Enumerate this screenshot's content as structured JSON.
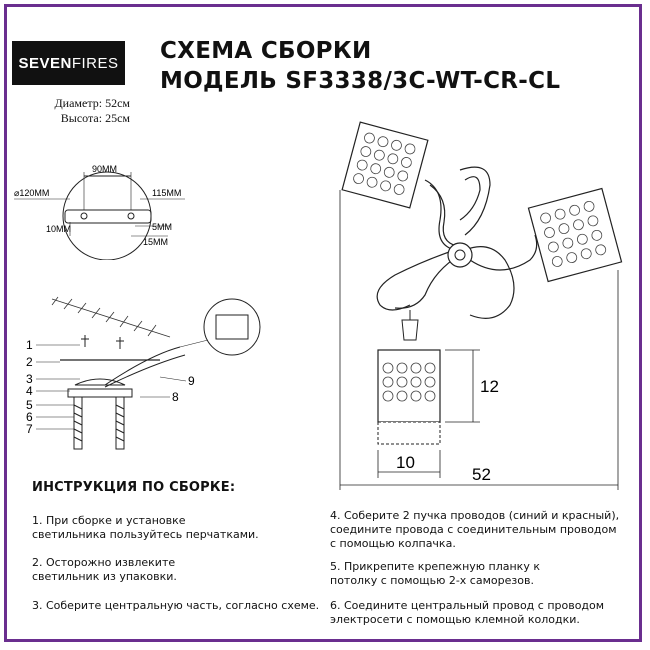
{
  "brand": {
    "logo_bold": "SEVEN",
    "logo_light": "FIRES"
  },
  "title": {
    "line1": "СХЕМА СБОРКИ",
    "line2": "МОДЕЛЬ SF3338/3C-WT-CR-CL"
  },
  "dimensions": {
    "diameter": "Диаметр: 52см",
    "height": "Высота: 25см"
  },
  "mount_plate": {
    "labels": [
      "90ММ",
      "⌀120ММ",
      "115ММ",
      "10ММ",
      "5ММ",
      "15ММ"
    ]
  },
  "exploded_view": {
    "part_numbers": [
      "1",
      "2",
      "3",
      "4",
      "5",
      "6",
      "7",
      "8",
      "9"
    ]
  },
  "lamp_drawing": {
    "shade_height": "12",
    "shade_width": "10",
    "total_width": "52"
  },
  "instructions": {
    "heading": "ИНСТРУКЦИЯ ПО СБОРКЕ:",
    "steps": [
      "1. При сборке и установке\nсветильника пользуйтесь перчатками.",
      "2. Осторожно извлеките\nсветильник из упаковки.",
      "3. Соберите центральную часть, согласно схеме.",
      "4. Соберите 2 пучка проводов (синий и красный),\nсоедините провода с соединительным проводом\nс помощью колпачка.",
      "5. Прикрепите крепежную планку к\nпотолку с помощью 2-х саморезов.",
      "6. Соедините центральный провод с проводом\nэлектросети с помощью клемной колодки."
    ]
  },
  "colors": {
    "frame": "#6a2e8f",
    "logo_bg": "#111111"
  }
}
